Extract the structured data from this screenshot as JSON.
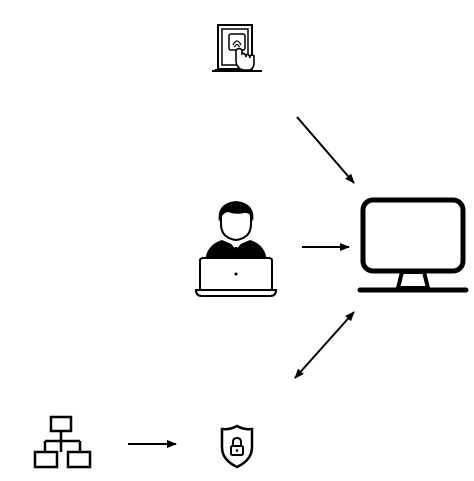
{
  "diagram": {
    "nodes": [
      {
        "id": "door-access",
        "icon": "door-fingerprint-icon"
      },
      {
        "id": "user",
        "icon": "user-laptop-icon"
      },
      {
        "id": "monitor",
        "icon": "monitor-icon"
      },
      {
        "id": "network",
        "icon": "network-topology-icon"
      },
      {
        "id": "shield",
        "icon": "shield-lock-icon"
      }
    ],
    "edges": [
      {
        "from": "door-access",
        "to": "monitor",
        "direction": "forward"
      },
      {
        "from": "user",
        "to": "monitor",
        "direction": "forward"
      },
      {
        "from": "shield",
        "to": "monitor",
        "direction": "both"
      },
      {
        "from": "network",
        "to": "shield",
        "direction": "forward"
      }
    ],
    "colors": {
      "stroke": "#000000",
      "background": "#ffffff",
      "fill_light": "#ffffff"
    }
  }
}
